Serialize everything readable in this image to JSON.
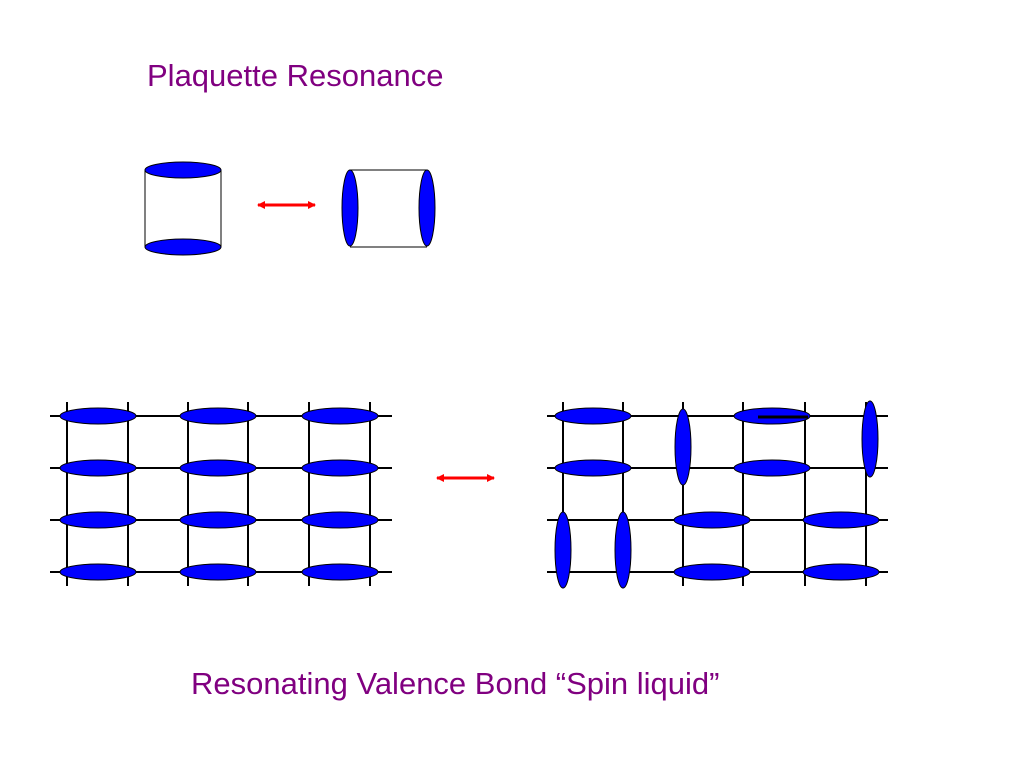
{
  "title": "Plaquette Resonance",
  "caption": "Resonating Valence Bond “Spin liquid”",
  "colors": {
    "text": "#800080",
    "bond_fill": "#0000FF",
    "bond_stroke": "#000000",
    "arrow": "#FF0000",
    "lattice": "#000000"
  },
  "diagrams": [
    {
      "name": "plaquette-horizontal-bonds",
      "icon": "plaquette-horizontal"
    },
    {
      "name": "plaquette-vertical-bonds",
      "icon": "plaquette-vertical"
    },
    {
      "name": "lattice-columnar-dimers",
      "icon": "lattice-columnar"
    },
    {
      "name": "lattice-resonating-dimers",
      "icon": "lattice-resonating"
    }
  ],
  "arrows": [
    {
      "name": "plaquette-resonance-arrow",
      "icon": "double-headed-arrow"
    },
    {
      "name": "lattice-resonance-arrow",
      "icon": "double-headed-arrow"
    }
  ]
}
